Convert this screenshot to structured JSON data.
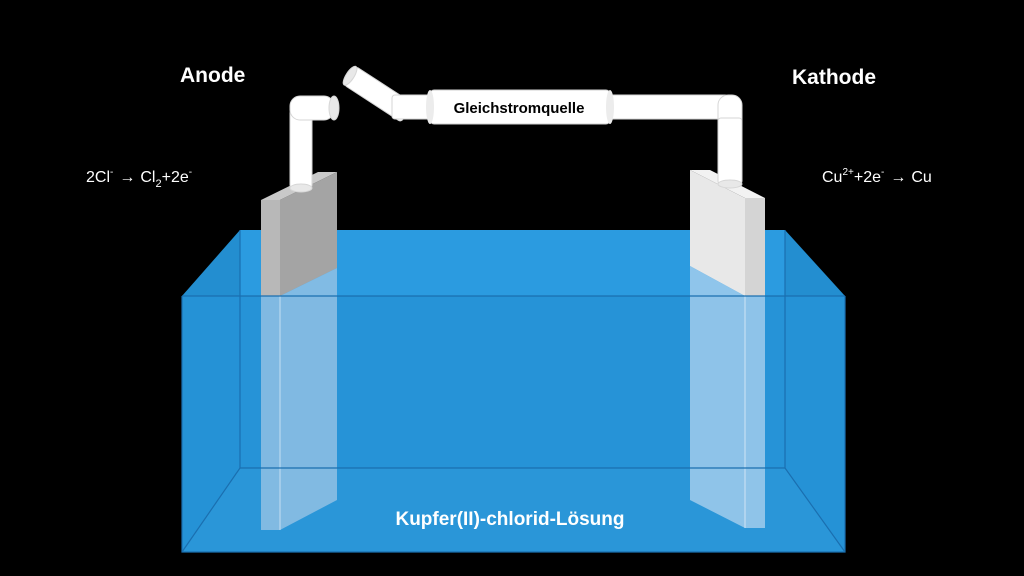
{
  "labels": {
    "anode": "Anode",
    "cathode": "Kathode",
    "power_source": "Gleichstromquelle",
    "solution": "Kupfer(II)-chlorid-Lösung"
  },
  "anode_reaction": {
    "reactant": "2Cl",
    "reactant_charge": "-",
    "arrow": "→",
    "product_species": "Cl",
    "product_subscript": "2",
    "product_rest": "+2e",
    "electron_charge": "-"
  },
  "cathode_reaction": {
    "ion": "Cu",
    "ion_charge": "2+",
    "plus_electrons": "+2e",
    "electron_charge": "-",
    "arrow": "→",
    "product": "Cu"
  },
  "colors": {
    "background": "#000000",
    "solution_fill": "#2693d6",
    "tank_edge": "#1a6fb0",
    "pipe": "#ffffff",
    "anode_electrode": "#a9a9a9",
    "cathode_electrode": "#e2e2e2",
    "text": "#ffffff",
    "solution_label": "#ffffff"
  }
}
